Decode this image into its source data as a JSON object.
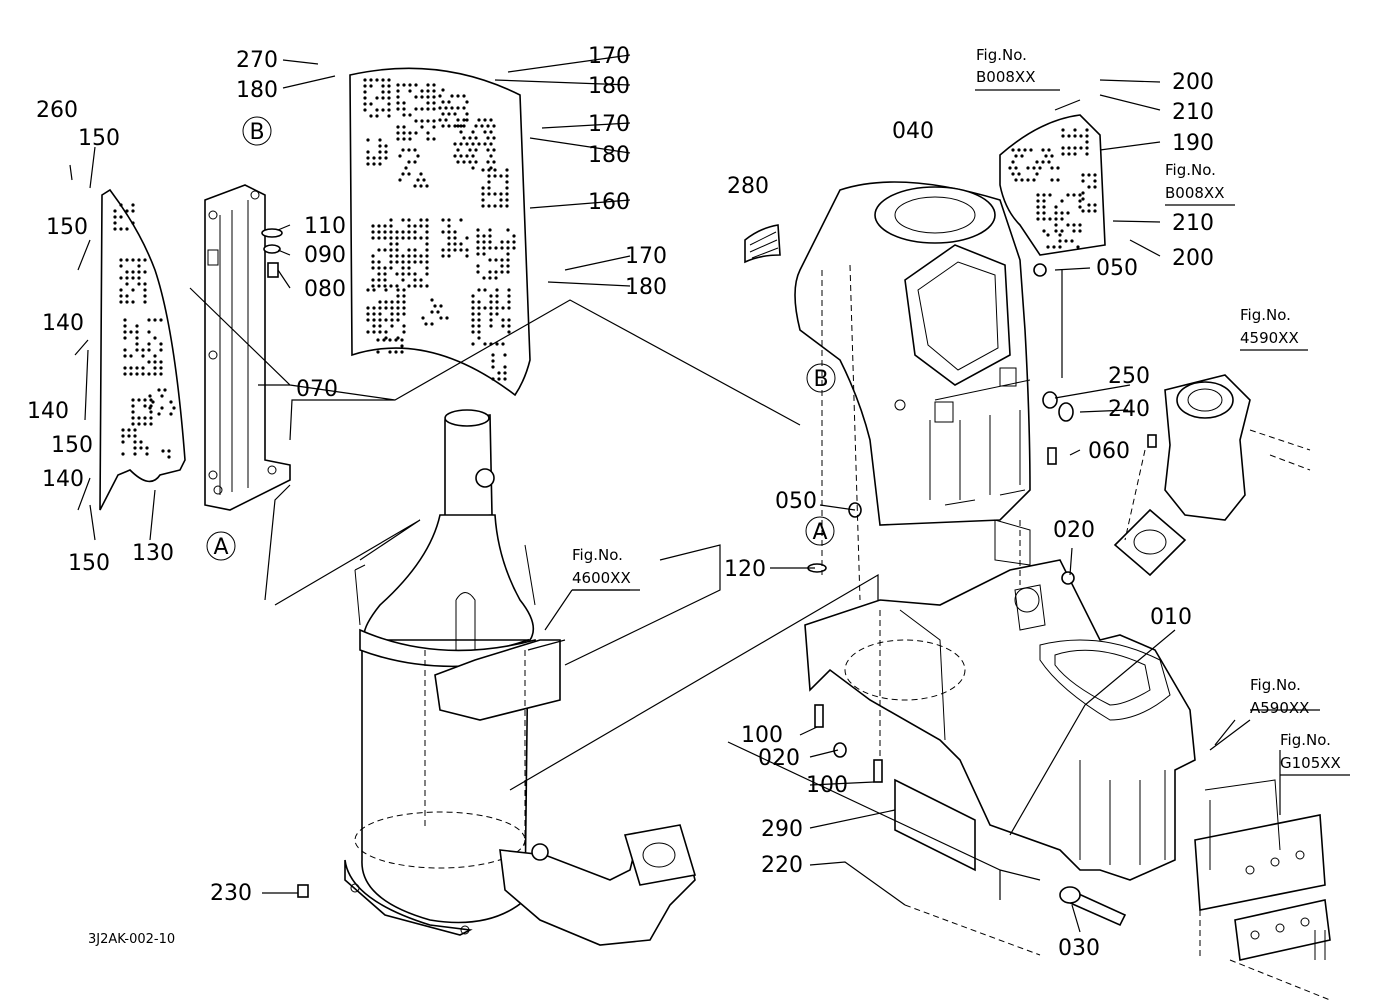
{
  "parts": [
    {
      "id": "p270",
      "text": "270"
    },
    {
      "id": "p180a",
      "text": "180"
    },
    {
      "id": "p170a",
      "text": "170"
    },
    {
      "id": "p180b",
      "text": "180"
    },
    {
      "id": "p170b",
      "text": "170"
    },
    {
      "id": "p180c",
      "text": "180"
    },
    {
      "id": "p160",
      "text": "160"
    },
    {
      "id": "p170c",
      "text": "170"
    },
    {
      "id": "p180d",
      "text": "180"
    },
    {
      "id": "p260",
      "text": "260"
    },
    {
      "id": "p150a",
      "text": "150"
    },
    {
      "id": "p150b",
      "text": "150"
    },
    {
      "id": "p140a",
      "text": "140"
    },
    {
      "id": "p140b",
      "text": "140"
    },
    {
      "id": "p150c",
      "text": "150"
    },
    {
      "id": "p140c",
      "text": "140"
    },
    {
      "id": "p150d",
      "text": "150"
    },
    {
      "id": "p130",
      "text": "130"
    },
    {
      "id": "p110",
      "text": "110"
    },
    {
      "id": "p090",
      "text": "090"
    },
    {
      "id": "p080",
      "text": "080"
    },
    {
      "id": "p070",
      "text": "070"
    },
    {
      "id": "p040",
      "text": "040"
    },
    {
      "id": "p280",
      "text": "280"
    },
    {
      "id": "p200a",
      "text": "200"
    },
    {
      "id": "p210a",
      "text": "210"
    },
    {
      "id": "p190",
      "text": "190"
    },
    {
      "id": "p210b",
      "text": "210"
    },
    {
      "id": "p200b",
      "text": "200"
    },
    {
      "id": "p050a",
      "text": "050"
    },
    {
      "id": "p250",
      "text": "250"
    },
    {
      "id": "p240",
      "text": "240"
    },
    {
      "id": "p060",
      "text": "060"
    },
    {
      "id": "p050b",
      "text": "050"
    },
    {
      "id": "p020a",
      "text": "020"
    },
    {
      "id": "p120",
      "text": "120"
    },
    {
      "id": "p010",
      "text": "010"
    },
    {
      "id": "p100a",
      "text": "100"
    },
    {
      "id": "p020b",
      "text": "020"
    },
    {
      "id": "p100b",
      "text": "100"
    },
    {
      "id": "p290",
      "text": "290"
    },
    {
      "id": "p220",
      "text": "220"
    },
    {
      "id": "p230",
      "text": "230"
    },
    {
      "id": "p030",
      "text": "030"
    }
  ],
  "callouts": {
    "a": "A",
    "b": "B"
  },
  "figrefs": [
    {
      "id": "f1",
      "line1": "Fig.No.",
      "line2": "B008XX"
    },
    {
      "id": "f2",
      "line1": "Fig.No.",
      "line2": "B008XX"
    },
    {
      "id": "f3",
      "line1": "Fig.No.",
      "line2": "4590XX"
    },
    {
      "id": "f4",
      "line1": "Fig.No.",
      "line2": "4600XX"
    },
    {
      "id": "f5",
      "line1": "Fig.No.",
      "line2": "A590XX"
    },
    {
      "id": "f6",
      "line1": "Fig.No.",
      "line2": "G105XX"
    }
  ],
  "drawing_code": "3J2AK-002-10"
}
